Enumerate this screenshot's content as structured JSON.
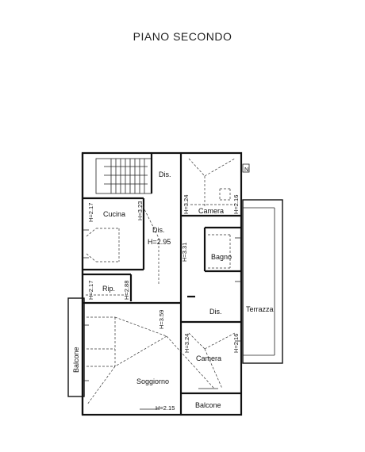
{
  "title": "PIANO SECONDO",
  "rooms": {
    "dis_top": "Dis.",
    "cucina": "Cucina",
    "dis_center": "Dis.",
    "camera_top": "Camera",
    "bagno": "Bagno",
    "rip": "Rip.",
    "dis_right": "Dis.",
    "terrazza": "Terrazza",
    "balcone_left": "Balcone",
    "camera_bottom": "Camera",
    "soggiorno": "Soggiorno",
    "balcone_bottom": "Balcone"
  },
  "heights": {
    "cucina": "H=2.17",
    "cucina_right": "H=3.23",
    "dis_center": "H=2.95",
    "camera_top_left": "H=3.24",
    "camera_top_right": "H=2.16",
    "dis_vertical": "H=3.31",
    "rip_left": "H=2.17",
    "rip_right": "H=2.88",
    "soggiorno_vertical": "H=3.59",
    "camera_bottom_left": "H=3.24",
    "camera_bottom_right": "H=2.16",
    "soggiorno_bottom": "H=2.15"
  },
  "north_mark": "N"
}
